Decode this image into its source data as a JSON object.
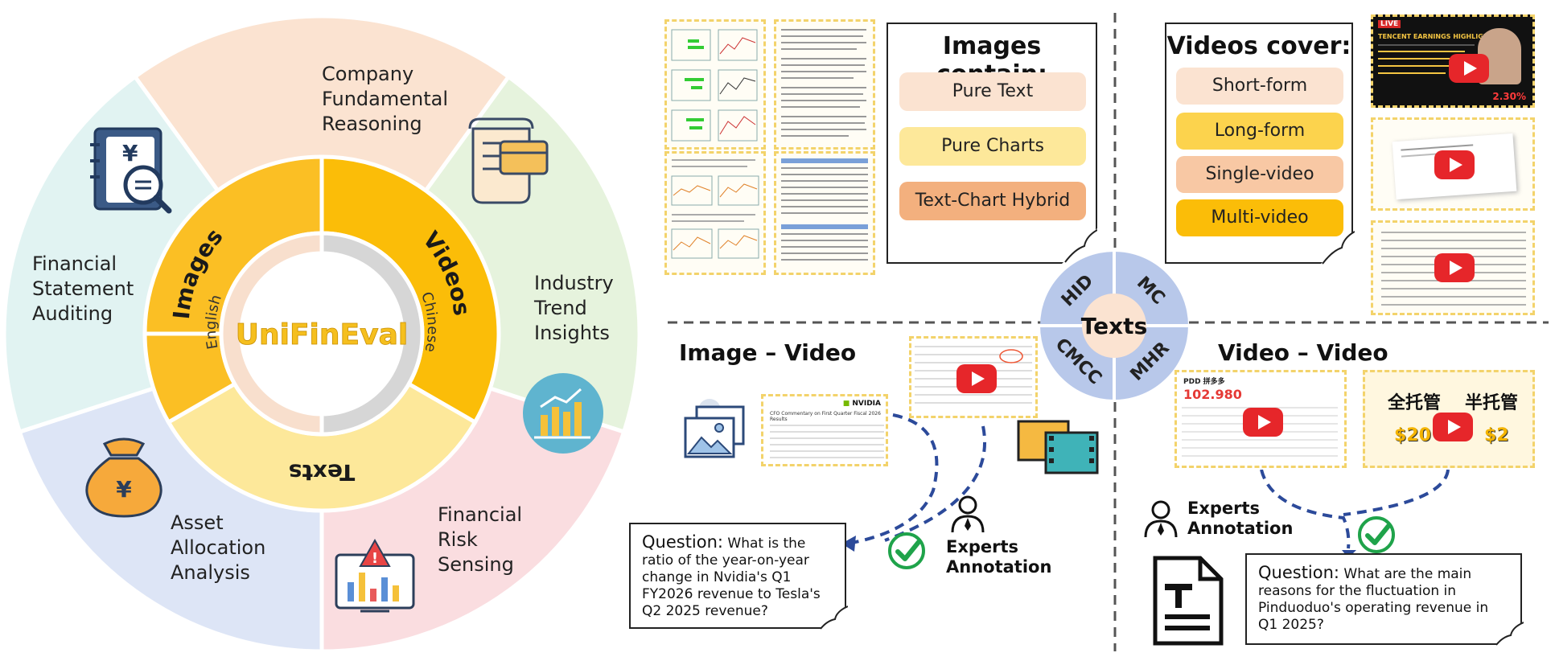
{
  "wheel": {
    "center": "UniFinEval",
    "modalities": [
      "Images",
      "Videos",
      "Texts"
    ],
    "languages": [
      "English",
      "Chinese"
    ],
    "tasks": [
      {
        "label": "Company\nFundamental\nReasoning"
      },
      {
        "label": "Industry\nTrend\nInsights"
      },
      {
        "label": "Financial\nRisk\nSensing"
      },
      {
        "label": "Asset\nAllocation\nAnalysis"
      },
      {
        "label": "Financial\nStatement\nAuditing"
      }
    ],
    "currency_symbol": "¥"
  },
  "images_panel": {
    "title": "Images contain:",
    "items": [
      "Pure Text",
      "Pure Charts",
      "Text-Chart Hybrid"
    ]
  },
  "videos_panel": {
    "title": "Videos cover:",
    "items": [
      "Short-form",
      "Long-form",
      "Single-video",
      "Multi-video"
    ]
  },
  "texts_hub": {
    "center": "Texts",
    "quadrants": [
      "HID",
      "MC",
      "MHR",
      "CMCC"
    ]
  },
  "image_video": {
    "title": "Image – Video",
    "expert": "Experts\nAnnotation",
    "question_label": "Question:",
    "question": "What is the ratio of the year-on-year change in Nvidia's Q1 FY2026 revenue to Tesla's Q2 2025 revenue?",
    "doc_title": "CFO Commentary on First Quarter Fiscal 2026 Results",
    "doc_brand": "NVIDIA"
  },
  "video_video": {
    "title": "Video – Video",
    "expert": "Experts\nAnnotation",
    "question_label": "Question:",
    "question": "What are the main reasons for the fluctuation in Pinduoduo's operating revenue in Q1 2025?",
    "ticker": "PDD 拼多多",
    "price": "102.980",
    "left_term": "全托管",
    "right_term": "半托管",
    "left_price": "$20",
    "right_price": "$2"
  },
  "video_thumb": {
    "badge": "LIVE",
    "headline": "TENCENT EARNINGS HIGHLIGHTS",
    "change": "2.30%"
  },
  "colors": {
    "images": "#fbbf24",
    "videos": "#fbbd08",
    "texts": "#fde89a",
    "inner_left": "#f8dfcd",
    "inner_right": "#d6d6d6",
    "task_company": "#fbe3d1",
    "task_industry": "#e6f3dd",
    "task_risk": "#fadde0",
    "task_asset": "#dde5f6",
    "task_audit": "#e1f3f2",
    "hub": "#b8c8ea"
  }
}
